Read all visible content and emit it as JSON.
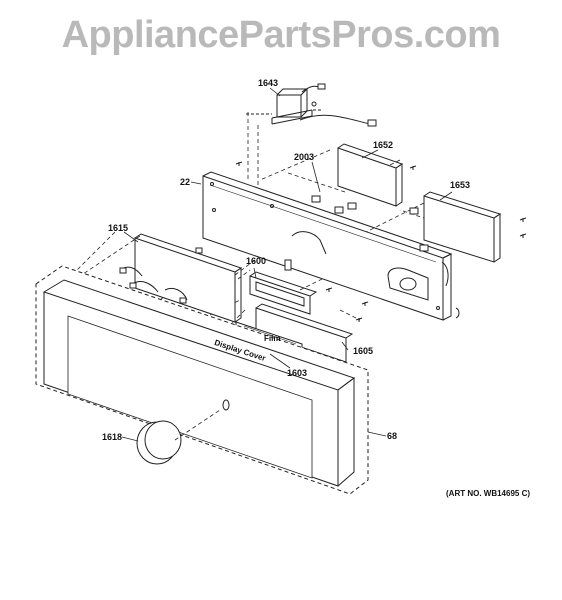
{
  "watermark": "AppliancePartsPros.com",
  "art_number": "(ART NO. WB14695 C)",
  "part_labels": {
    "p1643": "1643",
    "p1652": "1652",
    "p2003": "2003",
    "p22": "22",
    "p1653": "1653",
    "p1615": "1615",
    "p1600": "1600",
    "p1605": "1605",
    "p1603": "1603",
    "p1618": "1618",
    "p68": "68"
  },
  "component_tags": {
    "film": "Film",
    "display_cover": "Display Cover"
  }
}
